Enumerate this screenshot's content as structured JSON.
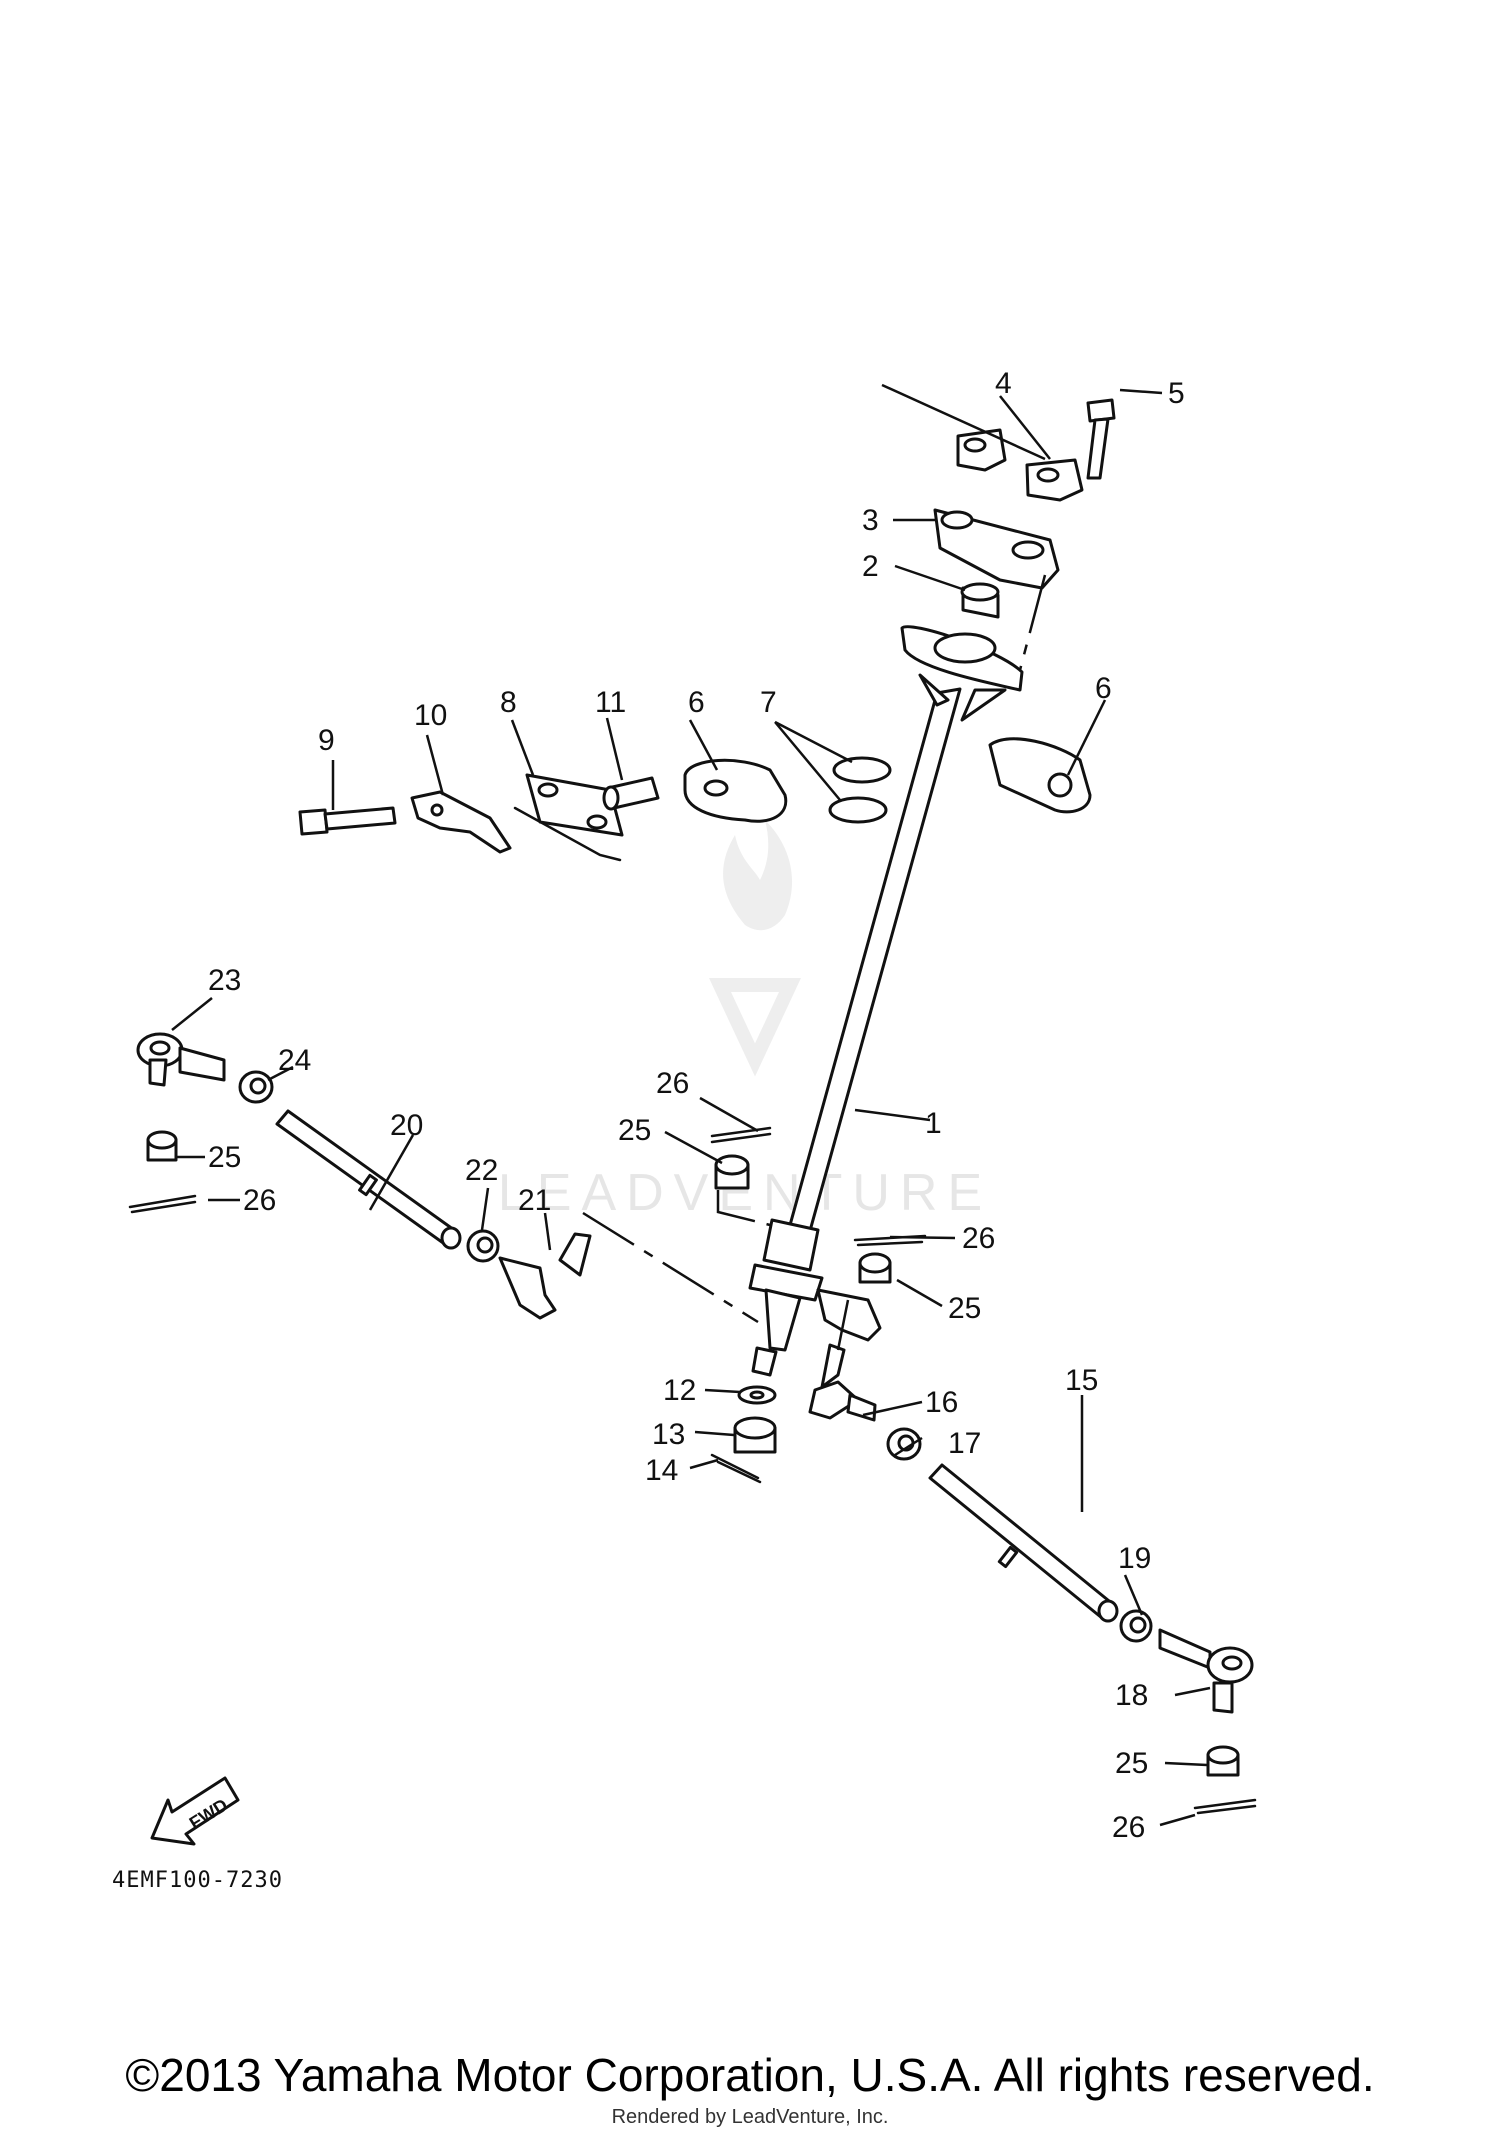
{
  "diagram": {
    "drawing_code": "4EMF100-7230",
    "fwd_label": "FWD",
    "watermark": "LEADVENTURE",
    "callouts": {
      "c1": "1",
      "c2": "2",
      "c3": "3",
      "c4": "4",
      "c5": "5",
      "c6a": "6",
      "c6b": "6",
      "c7": "7",
      "c8": "8",
      "c9": "9",
      "c10": "10",
      "c11": "11",
      "c12": "12",
      "c13": "13",
      "c14": "14",
      "c15": "15",
      "c16": "16",
      "c17": "17",
      "c18": "18",
      "c19": "19",
      "c20": "20",
      "c21": "21",
      "c22": "22",
      "c23": "23",
      "c24": "24",
      "c25a": "25",
      "c25b": "25",
      "c25c": "25",
      "c25d": "25",
      "c26a": "26",
      "c26b": "26",
      "c26c": "26",
      "c26d": "26"
    }
  },
  "footer": {
    "copyright": "©2013 Yamaha Motor Corporation, U.S.A. All rights reserved.",
    "rendered_by": "Rendered by LeadVenture, Inc."
  }
}
